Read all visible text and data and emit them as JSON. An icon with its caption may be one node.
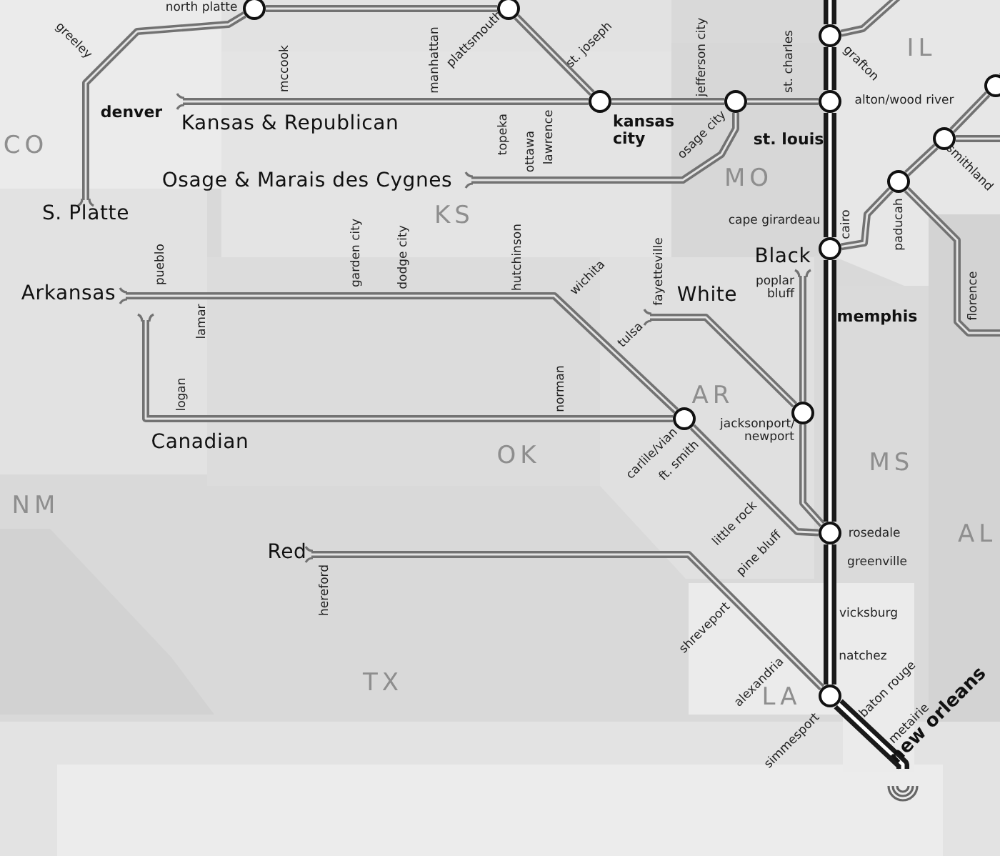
{
  "diagram": {
    "nodes": [
      {
        "text": [],
        "shape": "circle",
        "beside": [
          "north platte"
        ]
      },
      {
        "text": [],
        "shape": "circle",
        "beside": [
          "plattsmouth"
        ]
      },
      {
        "text": [],
        "shape": "circle",
        "beside": [
          "kansas city"
        ]
      },
      {
        "text": [],
        "shape": "circle",
        "beside": [
          "osage city"
        ]
      },
      {
        "text": [],
        "shape": "circle",
        "beside": [
          "grafton"
        ]
      },
      {
        "text": [],
        "shape": "circle",
        "beside": [
          "alton/wood river"
        ]
      },
      {
        "text": [],
        "shape": "circle"
      },
      {
        "text": [],
        "shape": "circle",
        "beside": [
          "smithland"
        ]
      },
      {
        "text": [],
        "shape": "circle",
        "beside": [
          "paducah"
        ]
      },
      {
        "text": [],
        "shape": "circle",
        "beside": [
          "cairo"
        ]
      },
      {
        "text": [],
        "shape": "circle",
        "beside": [
          "carlile/vian"
        ]
      },
      {
        "text": [],
        "shape": "circle",
        "beside": [
          "jacksonport/ newport"
        ]
      },
      {
        "text": [],
        "shape": "circle",
        "beside": [
          "rosedale"
        ]
      },
      {
        "text": [],
        "shape": "circle",
        "beside": [
          "simmesport"
        ]
      },
      {
        "text": [],
        "shape": "circle",
        "beside": [
          "new orleans"
        ]
      },
      {
        "text": [
          "S. Platte"
        ]
      },
      {
        "text": [
          "Kansas & Republican"
        ]
      },
      {
        "text": [
          "Osage & Marais des Cygnes"
        ]
      },
      {
        "text": [
          "Arkansas"
        ]
      },
      {
        "text": [
          "White"
        ]
      },
      {
        "text": [
          "Black"
        ]
      },
      {
        "text": [
          "Red"
        ]
      }
    ],
    "edges": [
      {
        "from": 15,
        "to": 0,
        "arrow": "none"
      },
      {
        "from": 0,
        "to": 1,
        "arrow": "none"
      },
      {
        "from": 1,
        "to": 2,
        "arrow": "none"
      },
      {
        "from": 16,
        "to": 2,
        "arrow": "none"
      },
      {
        "from": 2,
        "to": 3,
        "arrow": "none"
      },
      {
        "from": 3,
        "to": 5,
        "arrow": "none"
      },
      {
        "from": 17,
        "to": 3,
        "arrow": "none"
      },
      {
        "from": null,
        "to": 4,
        "arrow": "none",
        "style": "thick",
        "color": "#1a1a1a"
      },
      {
        "from": null,
        "to": 4,
        "arrow": "none"
      },
      {
        "from": 4,
        "to": 5,
        "arrow": "none",
        "style": "thick",
        "color": "#1a1a1a"
      },
      {
        "from": 5,
        "to": 9,
        "arrow": "none",
        "style": "thick",
        "color": "#1a1a1a"
      },
      {
        "from": 6,
        "to": 7,
        "arrow": "none"
      },
      {
        "from": null,
        "to": 7,
        "arrow": "none"
      },
      {
        "from": 7,
        "to": 8,
        "arrow": "none"
      },
      {
        "from": 8,
        "to": 9,
        "arrow": "none"
      },
      {
        "from": null,
        "to": 8,
        "arrow": "none"
      },
      {
        "from": 9,
        "to": 12,
        "arrow": "none",
        "style": "thick",
        "color": "#1a1a1a"
      },
      {
        "from": 18,
        "to": 10,
        "arrow": "none"
      },
      {
        "from": null,
        "to": 10,
        "arrow": "none"
      },
      {
        "from": 10,
        "to": 12,
        "arrow": "none"
      },
      {
        "from": 19,
        "to": 11,
        "arrow": "none"
      },
      {
        "from": 20,
        "to": 11,
        "arrow": "none"
      },
      {
        "from": 11,
        "to": 12,
        "arrow": "none"
      },
      {
        "from": 12,
        "to": 13,
        "arrow": "none",
        "style": "thick",
        "color": "#1a1a1a"
      },
      {
        "from": 21,
        "to": 13,
        "arrow": "none"
      },
      {
        "from": 13,
        "to": 14,
        "arrow": "none",
        "style": "thick",
        "color": "#1a1a1a"
      },
      {
        "from": null,
        "to": 6,
        "arrow": "none"
      }
    ],
    "labels": [
      "greeley",
      "mccook",
      "manhattan",
      "st. joseph",
      "jefferson city",
      "st. charles",
      "IL",
      "denver",
      "topeka",
      "ottawa",
      "lawrence",
      "st. louis",
      "CO",
      "MO",
      "KS",
      "cape girardeau",
      "garden city",
      "dodge city",
      "hutchinson",
      "pueblo",
      "wichita",
      "fayetteville",
      "poplar bluff",
      "florence",
      "memphis",
      "lamar",
      "tulsa",
      "logan",
      "norman",
      "AR",
      "Canadian",
      "ft. smith",
      "OK",
      "MS",
      "NM",
      "little rock",
      "AL",
      "pine bluff",
      "greenville",
      "hereford",
      "vicksburg",
      "shreveport",
      "natchez",
      "TX",
      "alexandria",
      "baton rouge",
      "LA",
      "metairie"
    ]
  }
}
